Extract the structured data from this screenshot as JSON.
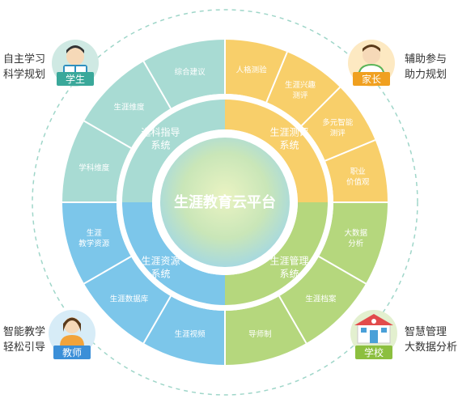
{
  "hub": {
    "title": "生涯教育云平台"
  },
  "inner_ring": {
    "q1": [
      "选科指导",
      "系统"
    ],
    "q2": [
      "生涯测评",
      "系统"
    ],
    "q3": [
      "生涯管理",
      "系统"
    ],
    "q4": [
      "生涯资源",
      "系统"
    ]
  },
  "outer_ring": {
    "teal": [
      [
        "学科维度"
      ],
      [
        "生涯维度"
      ],
      [
        "综合建议"
      ]
    ],
    "orange": [
      [
        "人格测验"
      ],
      [
        "生涯兴趣",
        "测评"
      ],
      [
        "多元智能",
        "测评"
      ],
      [
        "职业",
        "价值观"
      ]
    ],
    "green": [
      [
        "大数据",
        "分析"
      ],
      [
        "生涯档案"
      ],
      [
        "导师制"
      ]
    ],
    "blue": [
      [
        "生涯视频"
      ],
      [
        "生涯数据库"
      ],
      [
        "生涯",
        "教学资源"
      ]
    ]
  },
  "corners": {
    "student": {
      "badge": "学生",
      "lines": [
        "自主学习",
        "科学规划"
      ]
    },
    "parent": {
      "badge": "家长",
      "lines": [
        "辅助参与",
        "助力规划"
      ]
    },
    "teacher": {
      "badge": "教师",
      "lines": [
        "智能教学",
        "轻松引导"
      ]
    },
    "school": {
      "badge": "学校",
      "lines": [
        "智慧管理",
        "大数据分析"
      ]
    }
  },
  "colors": {
    "teal": "#a8dbd3",
    "orange": "#f8cf6a",
    "green": "#b5d77d",
    "blue": "#7cc6ea",
    "dashed": "#9fd6c9",
    "badge_student": "#3aa89a",
    "badge_parent": "#f0a020",
    "badge_teacher": "#3b8fd8",
    "badge_school": "#8cbf3f"
  }
}
